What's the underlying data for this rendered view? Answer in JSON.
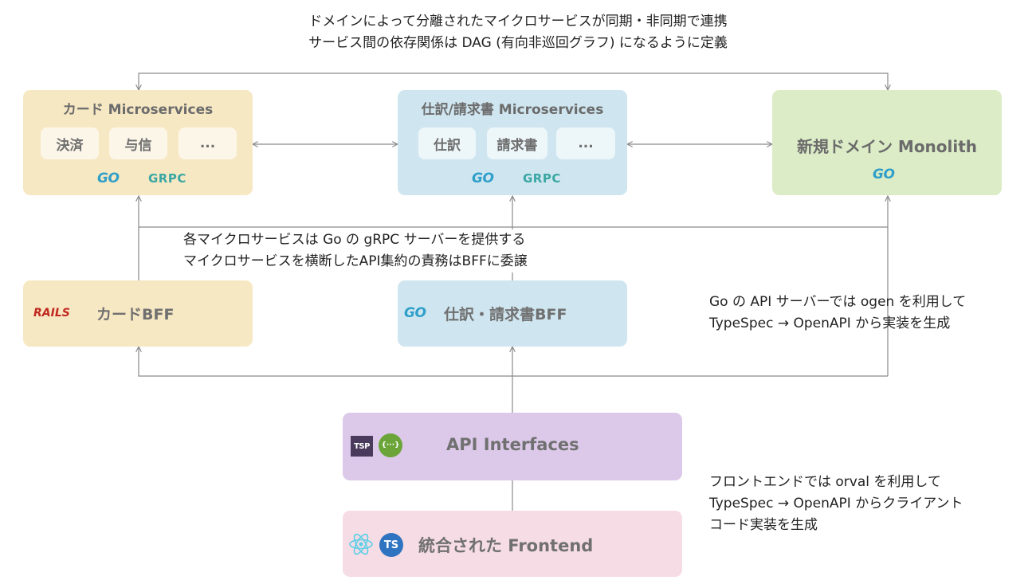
{
  "top_note": {
    "line1": "ドメインによって分離されたマイクロサービスが同期・非同期で連携",
    "line2": "サービス間の依存関係は DAG (有向非巡回グラフ) になるように定義"
  },
  "card_ms": {
    "title": "カード Microservices",
    "chips": [
      "決済",
      "与信",
      "..."
    ],
    "logos": [
      "GO",
      "GRPC"
    ],
    "icons": [
      "go-logo",
      "grpc-logo"
    ]
  },
  "journal_ms": {
    "title": "仕訳/請求書 Microservices",
    "chips": [
      "仕訳",
      "請求書",
      "..."
    ],
    "logos": [
      "GO",
      "GRPC"
    ],
    "icons": [
      "go-logo",
      "grpc-logo"
    ]
  },
  "monolith": {
    "title": "新規ドメイン Monolith",
    "logo": "GO",
    "icon": "go-logo"
  },
  "mid_note": {
    "line1": "各マイクロサービスは Go の gRPC サーバーを提供する",
    "line2": "マイクロサービスを横断したAPI集約の責務はBFFに委譲"
  },
  "card_bff": {
    "title": "カードBFF",
    "logo": "RAILS",
    "icon": "rails-logo"
  },
  "journal_bff": {
    "title": "仕訳・請求書BFF",
    "logo": "GO",
    "icon": "go-logo"
  },
  "go_note": {
    "line1": "Go の API サーバーでは ogen を利用して",
    "line2": "TypeSpec → OpenAPI から実装を生成"
  },
  "api": {
    "title": "API Interfaces",
    "logos": [
      "TSP",
      "{···}"
    ],
    "icons": [
      "typespec-logo",
      "openapi-logo"
    ]
  },
  "frontend": {
    "title": "統合された Frontend",
    "logo": "TS",
    "icons": [
      "react-logo",
      "typescript-logo"
    ]
  },
  "fe_note": {
    "line1": "フロントエンドでは orval を利用して",
    "line2": "TypeSpec → OpenAPI からクライアント",
    "line3": "コード実装を生成"
  },
  "colors": {
    "card": "#f7e8c4",
    "journal": "#cfe6f0",
    "monolith": "#dbecc6",
    "api": "#dcc9e9",
    "frontend": "#f6dce5",
    "line": "#8a8a8a",
    "go": "#2f9fc9",
    "grpc": "#3aa7a3",
    "rails": "#c1281f"
  }
}
